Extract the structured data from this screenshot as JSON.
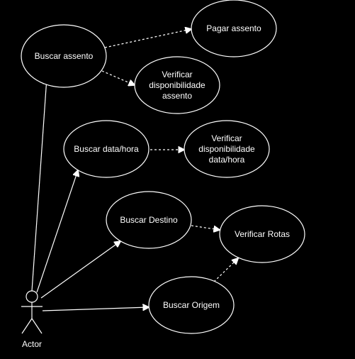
{
  "diagram": {
    "actor": {
      "label": "Actor"
    },
    "use_cases": [
      {
        "id": "buscar-assento",
        "lines": [
          "Buscar assento"
        ]
      },
      {
        "id": "pagar-assento",
        "lines": [
          "Pagar assento"
        ]
      },
      {
        "id": "verificar-disp-assento",
        "lines": [
          "Verificar",
          "disponibilidade",
          "assento"
        ]
      },
      {
        "id": "buscar-data-hora",
        "lines": [
          "Buscar data/hora"
        ]
      },
      {
        "id": "verificar-disp-data-hora",
        "lines": [
          "Verificar",
          "disponibilidade",
          "data/hora"
        ]
      },
      {
        "id": "buscar-destino",
        "lines": [
          "Buscar Destino"
        ]
      },
      {
        "id": "verificar-rotas",
        "lines": [
          "Verificar Rotas"
        ]
      },
      {
        "id": "buscar-origem",
        "lines": [
          "Buscar Origem"
        ]
      }
    ],
    "associations": [
      {
        "from": "actor",
        "to": "buscar-assento"
      },
      {
        "from": "actor",
        "to": "buscar-data-hora"
      },
      {
        "from": "actor",
        "to": "buscar-destino"
      },
      {
        "from": "actor",
        "to": "buscar-origem"
      }
    ],
    "dependencies": [
      {
        "from": "buscar-assento",
        "to": "pagar-assento"
      },
      {
        "from": "buscar-assento",
        "to": "verificar-disp-assento"
      },
      {
        "from": "buscar-data-hora",
        "to": "verificar-disp-data-hora"
      },
      {
        "from": "buscar-destino",
        "to": "verificar-rotas"
      },
      {
        "from": "buscar-origem",
        "to": "verificar-rotas"
      }
    ],
    "colors": {
      "background": "#000000",
      "stroke": "#ffffff",
      "text": "#ffffff"
    }
  }
}
